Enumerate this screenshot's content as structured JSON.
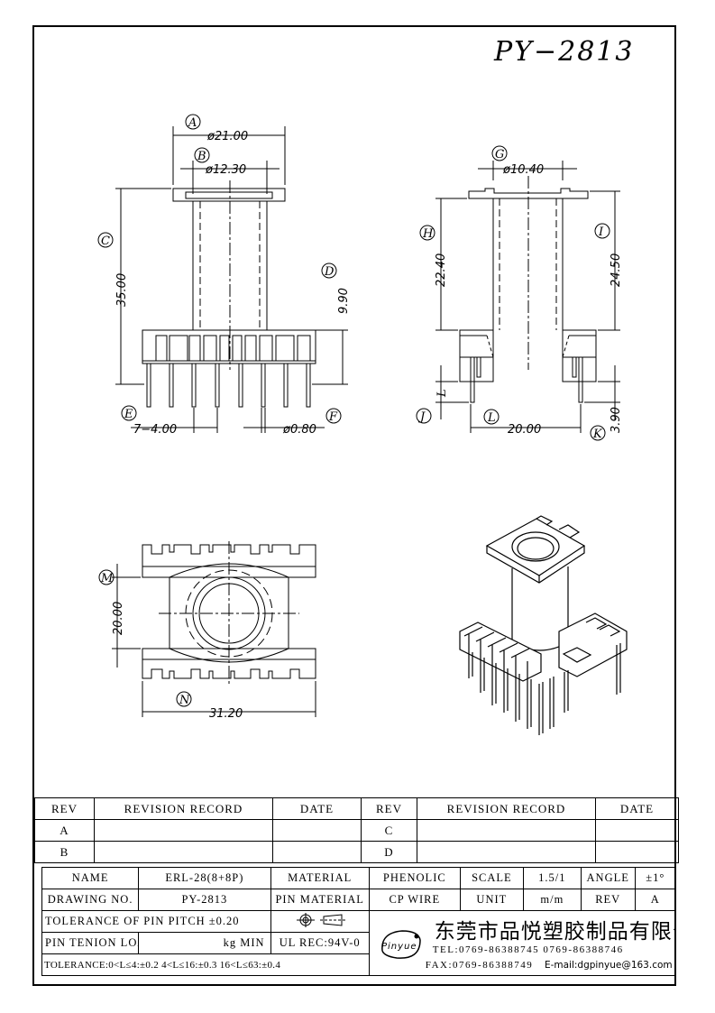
{
  "drawing": {
    "title": "PY−2813",
    "front_view": {
      "label_a": "A",
      "dim_a": "ø21.00",
      "label_b": "B",
      "dim_b": "ø12.30",
      "label_c": "C",
      "dim_c": "35.00",
      "label_d": "D",
      "dim_d": "9.90",
      "label_e": "E",
      "dim_e": "7−4.00",
      "label_f": "F",
      "dim_f": "ø0.80"
    },
    "side_view": {
      "label_g": "G",
      "dim_g": "ø10.40",
      "label_h": "H",
      "dim_h": "22.40",
      "label_i": "I",
      "dim_i": "24.50",
      "label_j": "J",
      "dim_j_letter": "L",
      "label_l": "L",
      "dim_l": "20.00",
      "label_k": "K",
      "dim_k": "3.90"
    },
    "top_view": {
      "label_m": "M",
      "dim_m": "20.00",
      "label_n": "N",
      "dim_n": "31.20"
    }
  },
  "revision_table": {
    "header": [
      "REV",
      "REVISION RECORD",
      "DATE",
      "REV",
      "REVISION RECORD",
      "DATE"
    ],
    "rows": [
      [
        "A",
        "",
        "",
        "C",
        "",
        ""
      ],
      [
        "B",
        "",
        "",
        "D",
        "",
        ""
      ]
    ]
  },
  "info_table": {
    "name_label": "NAME",
    "name_value": "ERL-28(8+8P)",
    "material_label": "MATERIAL",
    "material_value": "PHENOLIC",
    "scale_label": "SCALE",
    "scale_value": "1.5/1",
    "angle_label": "ANGLE",
    "angle_value": "±1°",
    "drawing_no_label": "DRAWING NO.",
    "drawing_no_value": "PY-2813",
    "pin_material_label": "PIN MATERIAL",
    "pin_material_value": "CP WIRE",
    "unit_label": "UNIT",
    "unit_value": "m/m",
    "rev_label": "REV",
    "rev_value": "A",
    "tolerance_pitch": "TOLERANCE OF PIN PITCH ±0.20",
    "pin_tension_label": "PIN TENION LOAD",
    "pin_tension_value": "kg MIN",
    "ul_rec": "UL REC:94V-0",
    "tolerance_general": "TOLERANCE:0<L≤4:±0.2  4<L≤16:±0.3  16<L≤63:±0.4"
  },
  "company": {
    "logo_text": "Pinyue",
    "name": "东莞市品悦塑胶制品有限公司",
    "tel": "TEL:0769-86388745   0769-86388746",
    "fax": "FAX:0769-86388749",
    "email": "E-mail:dgpinyue@163.com"
  }
}
